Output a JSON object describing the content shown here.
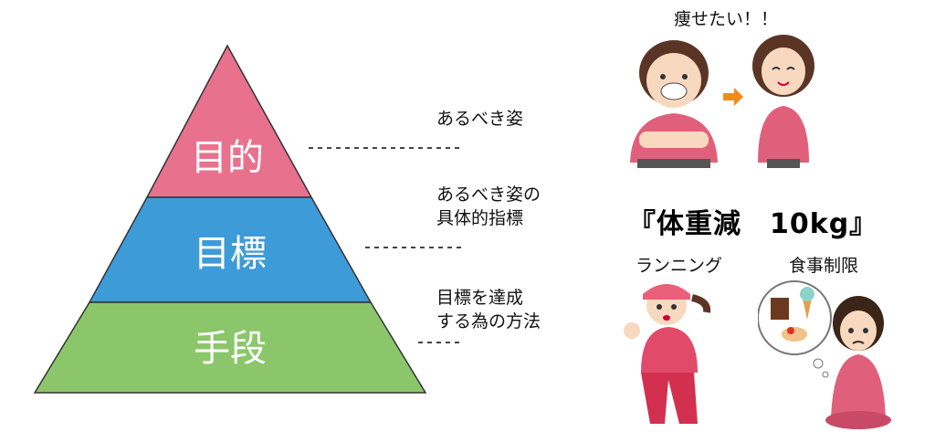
{
  "pyramid": {
    "levels": [
      {
        "label": "目的",
        "color": "#e8728e"
      },
      {
        "label": "目標",
        "color": "#3d9bd8"
      },
      {
        "label": "手段",
        "color": "#8bc76a"
      }
    ]
  },
  "descriptions": [
    {
      "lines": [
        "あるべき姿"
      ]
    },
    {
      "lines": [
        "あるべき姿の",
        "具体的指標"
      ]
    },
    {
      "lines": [
        "目標を達成",
        "する為の方法"
      ]
    }
  ],
  "illustrations": {
    "top_caption": "痩せたい！！",
    "goal_text": "『体重減　10kg』",
    "running_caption": "ランニング",
    "diet_caption": "食事制限"
  }
}
